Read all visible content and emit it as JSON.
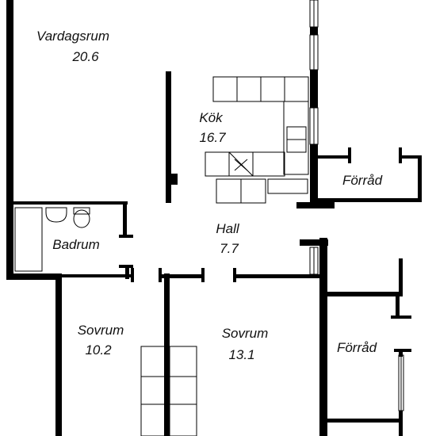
{
  "plan": {
    "rooms": [
      {
        "id": "vardagsrum",
        "name": "Vardagsrum",
        "area": "20.6"
      },
      {
        "id": "kok",
        "name": "Kök",
        "area": "16.7"
      },
      {
        "id": "forrad-top",
        "name": "Förråd",
        "area": ""
      },
      {
        "id": "badrum",
        "name": "Badrum",
        "area": ""
      },
      {
        "id": "hall",
        "name": "Hall",
        "area": "7.7"
      },
      {
        "id": "sovrum-left",
        "name": "Sovrum",
        "area": "10.2"
      },
      {
        "id": "sovrum-right",
        "name": "Sovrum",
        "area": "13.1"
      },
      {
        "id": "forrad-bottom",
        "name": "Förråd",
        "area": ""
      }
    ]
  },
  "colors": {
    "wall": "#000000",
    "fixture": "#444444",
    "background": "#ffffff",
    "text": "#111111"
  }
}
